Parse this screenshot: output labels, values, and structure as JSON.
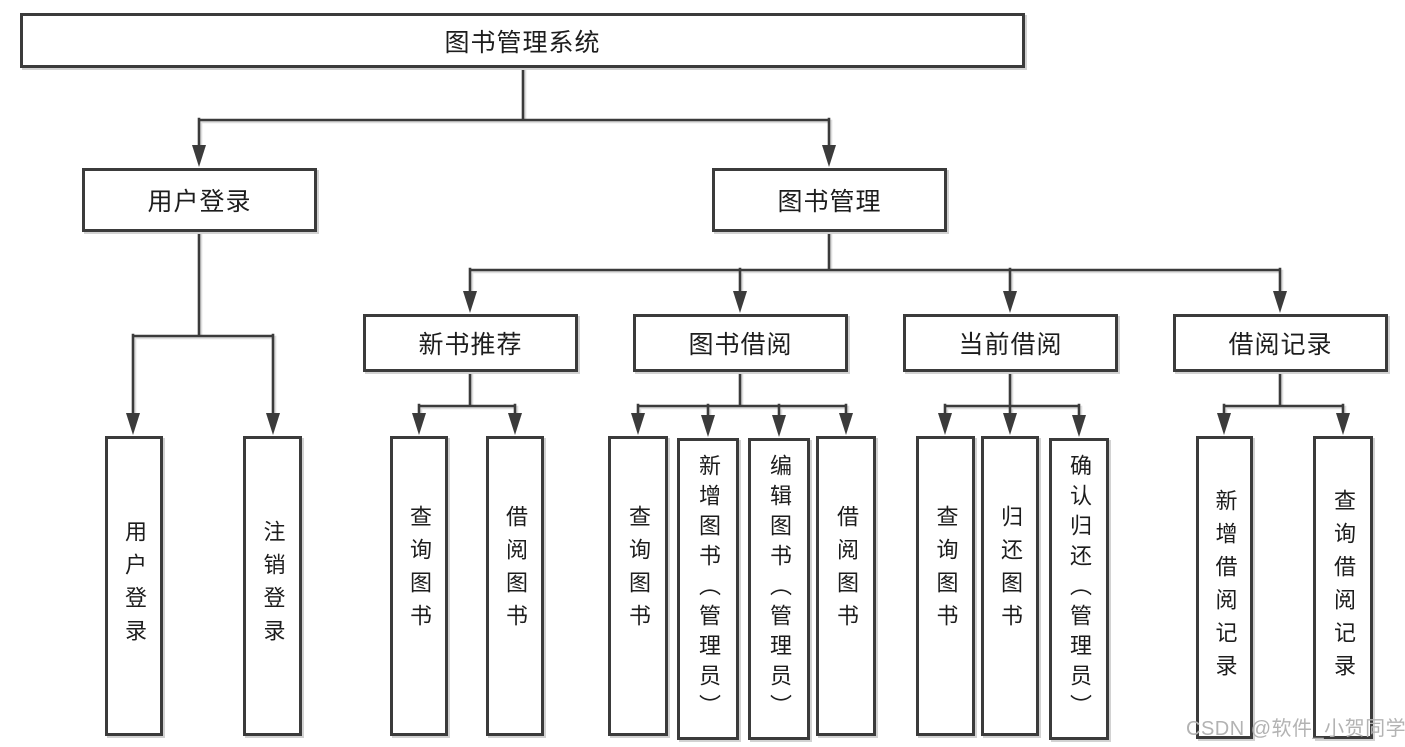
{
  "diagram": {
    "root": {
      "label": "图书管理系统"
    },
    "level2": [
      {
        "label": "用户登录"
      },
      {
        "label": "图书管理"
      }
    ],
    "level3": [
      {
        "label": "新书推荐",
        "parent": "图书管理"
      },
      {
        "label": "图书借阅",
        "parent": "图书管理"
      },
      {
        "label": "当前借阅",
        "parent": "图书管理"
      },
      {
        "label": "借阅记录",
        "parent": "图书管理"
      }
    ],
    "leaves": [
      {
        "label": "用户登录",
        "parent": "用户登录"
      },
      {
        "label": "注销登录",
        "parent": "用户登录"
      },
      {
        "label": "查询图书",
        "parent": "新书推荐"
      },
      {
        "label": "借阅图书",
        "parent": "新书推荐"
      },
      {
        "label": "查询图书",
        "parent": "图书借阅"
      },
      {
        "label": "新增图书（管理员）",
        "parent": "图书借阅"
      },
      {
        "label": "编辑图书（管理员）",
        "parent": "图书借阅"
      },
      {
        "label": "借阅图书",
        "parent": "图书借阅"
      },
      {
        "label": "查询图书",
        "parent": "当前借阅"
      },
      {
        "label": "归还图书",
        "parent": "当前借阅"
      },
      {
        "label": "确认归还（管理员）",
        "parent": "当前借阅"
      },
      {
        "label": "新增借阅记录",
        "parent": "借阅记录"
      },
      {
        "label": "查询借阅记录",
        "parent": "借阅记录"
      }
    ]
  },
  "watermark": {
    "text": "CSDN @软件_小贺同学",
    "color": "#b3b3b3"
  },
  "colors": {
    "line": "#3b3b3b",
    "box_border": "#3b3b3b",
    "text": "#1d1d1d",
    "shadow": "#d2d2d2",
    "background": "#ffffff"
  }
}
